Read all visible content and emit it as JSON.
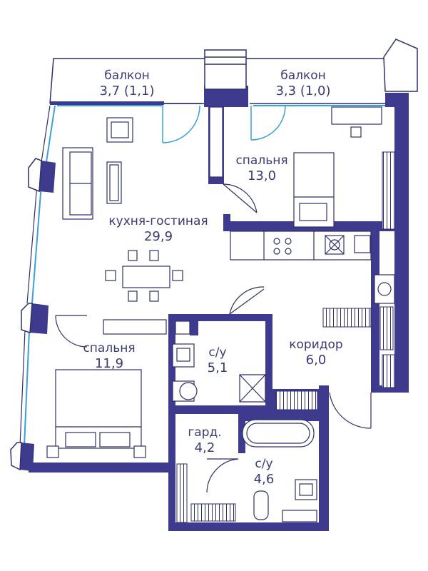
{
  "plan": {
    "colors": {
      "wall": "#3e3a8e",
      "wall_fill": "#ffffff",
      "line": "#2f2f6b",
      "glazing": "#3aa0d8",
      "text": "#3a3a78"
    },
    "rooms": [
      {
        "id": "balcony-left",
        "name": "балкон",
        "area": "3,7 (1,1)"
      },
      {
        "id": "balcony-right",
        "name": "балкон",
        "area": "3,3 (1,0)"
      },
      {
        "id": "bedroom-upper",
        "name": "спальня",
        "area": "13,0"
      },
      {
        "id": "kitchen-living",
        "name": "кухня-гостиная",
        "area": "29,9"
      },
      {
        "id": "bedroom-lower",
        "name": "спальня",
        "area": "11,9"
      },
      {
        "id": "bathroom-upper",
        "name": "с/у",
        "area": "5,1"
      },
      {
        "id": "corridor",
        "name": "коридор",
        "area": "6,0"
      },
      {
        "id": "wardrobe",
        "name": "гард.",
        "area": "4,2"
      },
      {
        "id": "bathroom-lower",
        "name": "с/у",
        "area": "4,6"
      }
    ]
  }
}
